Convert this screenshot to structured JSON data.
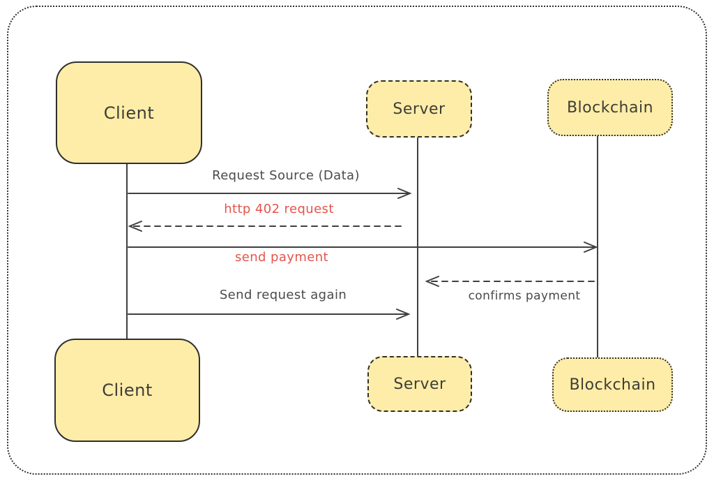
{
  "diagram": {
    "type": "sequence-diagram",
    "colors": {
      "box_fill": "#fdeda8",
      "box_border": "#2f2f2f",
      "line": "#3f3f3f",
      "label_dark": "#4a4a4a",
      "label_red": "#e5544c",
      "frame": "#2f2f2f",
      "background": "#ffffff"
    },
    "actors": [
      {
        "id": "client-top",
        "label": "Client",
        "border_style": "solid"
      },
      {
        "id": "server-top",
        "label": "Server",
        "border_style": "dashed"
      },
      {
        "id": "blockchain-top",
        "label": "Blockchain",
        "border_style": "dotted"
      },
      {
        "id": "client-bottom",
        "label": "Client",
        "border_style": "solid"
      },
      {
        "id": "server-bottom",
        "label": "Server",
        "border_style": "dashed"
      },
      {
        "id": "blockchain-bottom",
        "label": "Blockchain",
        "border_style": "dotted"
      }
    ],
    "messages": [
      {
        "label": "Request Source (Data)",
        "from": "Client",
        "to": "Server",
        "line_style": "solid",
        "label_color": "dark"
      },
      {
        "label": "http 402 request",
        "from": "Server",
        "to": "Client",
        "line_style": "dashed",
        "label_color": "red"
      },
      {
        "label": "send payment",
        "from": "Client",
        "to": "Blockchain",
        "line_style": "solid",
        "label_color": "red"
      },
      {
        "label": "confirms payment",
        "from": "Blockchain",
        "to": "Server",
        "line_style": "dashed",
        "label_color": "dark"
      },
      {
        "label": "Send request again",
        "from": "Client",
        "to": "Server",
        "line_style": "solid",
        "label_color": "dark"
      }
    ]
  }
}
